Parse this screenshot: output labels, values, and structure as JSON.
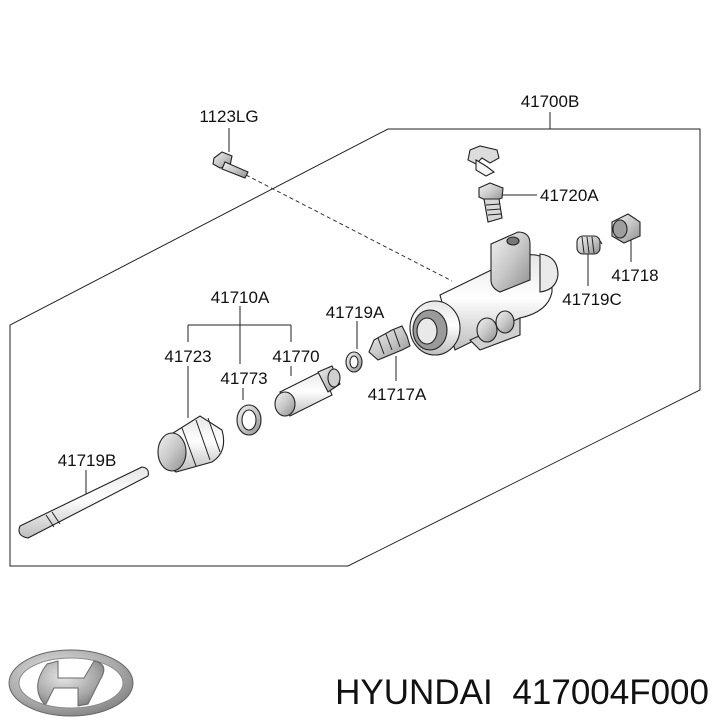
{
  "labels": {
    "assembly": "41700B",
    "bolt": "1123LG",
    "bleeder": "41720A",
    "spring": "41718",
    "spring_seat": "41719C",
    "kit": "41710A",
    "boot_ring": "41719A",
    "boot": "41723",
    "circlip": "41773",
    "piston": "41770",
    "piston_boot": "41717A",
    "push_rod": "41719B"
  },
  "caption": {
    "brand": "HYUNDAI",
    "part_number": "417004F000"
  },
  "logo": {
    "name": "hyundai-logo-icon",
    "color": "#9a9a9a"
  }
}
